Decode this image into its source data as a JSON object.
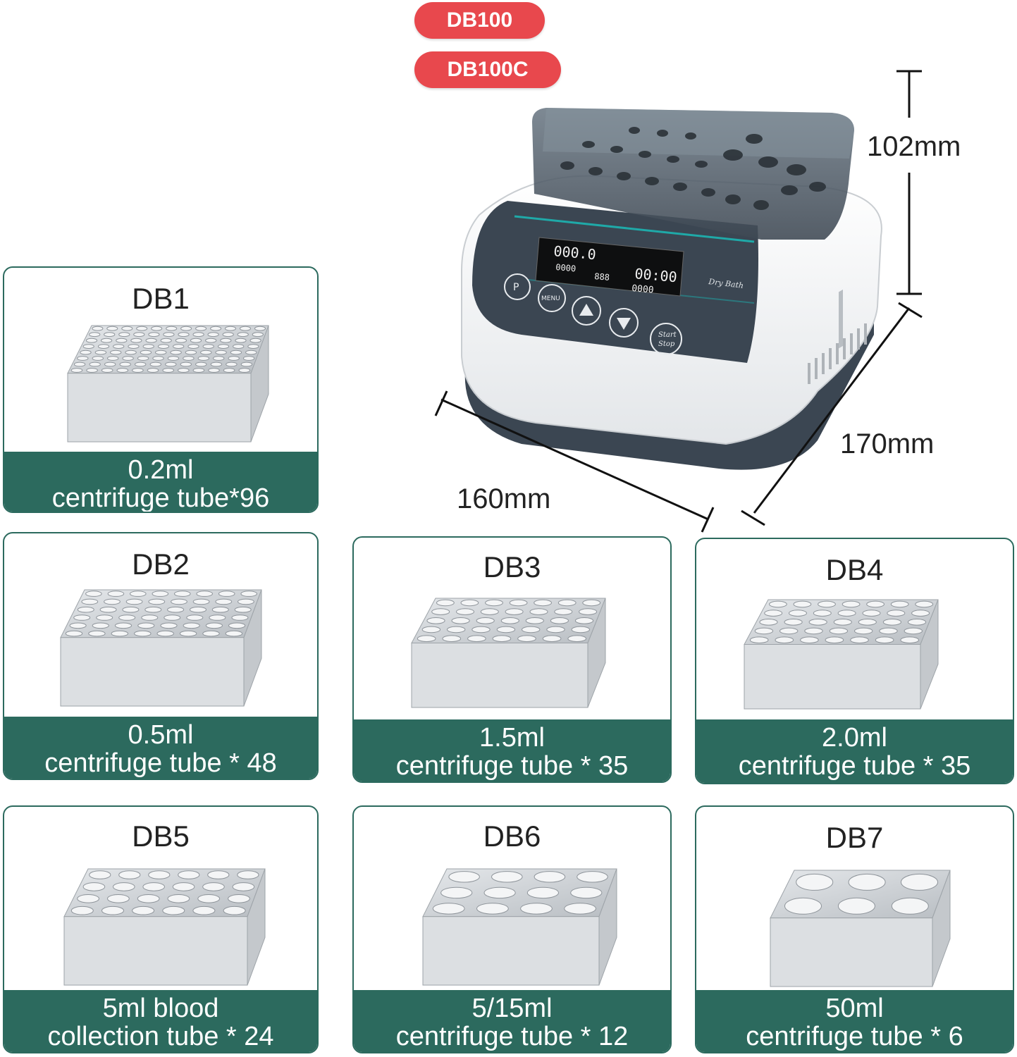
{
  "models": [
    "DB100",
    "DB100C"
  ],
  "device": {
    "display_left_top": "000.0",
    "display_left_bottom": "0000",
    "display_center": "888",
    "display_right_top": "00:00",
    "display_right_bottom": "0000",
    "brand_label": "Dry Bath",
    "buttons": [
      "P",
      "MENU",
      "up-arrow",
      "down-arrow",
      "Start Stop"
    ],
    "start_label_1": "Start",
    "start_label_2": "Stop"
  },
  "dimensions": {
    "height": "102mm",
    "depth": "170mm",
    "width": "160mm"
  },
  "blocks": [
    {
      "id": "DB1",
      "line1": "0.2ml",
      "line2": "centrifuge tube*96",
      "rows": 8,
      "cols": 12
    },
    {
      "id": "DB2",
      "line1": "0.5ml",
      "line2": "centrifuge tube * 48",
      "rows": 6,
      "cols": 8
    },
    {
      "id": "DB3",
      "line1": "1.5ml",
      "line2": "centrifuge tube * 35",
      "rows": 5,
      "cols": 7
    },
    {
      "id": "DB4",
      "line1": "2.0ml",
      "line2": "centrifuge tube * 35",
      "rows": 5,
      "cols": 7
    },
    {
      "id": "DB5",
      "line1": "5ml blood",
      "line2": "collection tube * 24",
      "rows": 4,
      "cols": 6
    },
    {
      "id": "DB6",
      "line1": "5/15ml",
      "line2": "centrifuge tube * 12",
      "rows": 3,
      "cols": 4
    },
    {
      "id": "DB7",
      "line1": "50ml",
      "line2": "centrifuge tube * 6",
      "rows": 2,
      "cols": 3
    }
  ],
  "colors": {
    "accent_red": "#e8484d",
    "accent_teal": "#2c6a5e",
    "panel_dark": "#3b4652"
  }
}
